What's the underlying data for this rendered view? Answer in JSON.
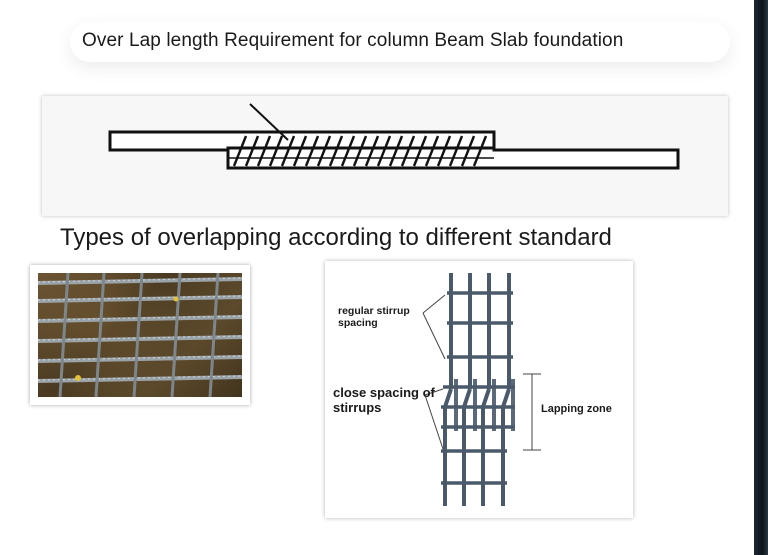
{
  "slide": {
    "title": "Over Lap length Requirement for column Beam Slab foundation",
    "subtitle": "Types of overlapping  according to different standard"
  },
  "lap_diagram": {
    "labels": {
      "regular": "regular stirrup spacing",
      "close": "close spacing of stirrups",
      "lapping_zone": "Lapping zone"
    }
  },
  "colors": {
    "rebar_steel": "#4a5a6a",
    "sketch_ink": "#111111",
    "edge_strip": "#1c2733"
  }
}
